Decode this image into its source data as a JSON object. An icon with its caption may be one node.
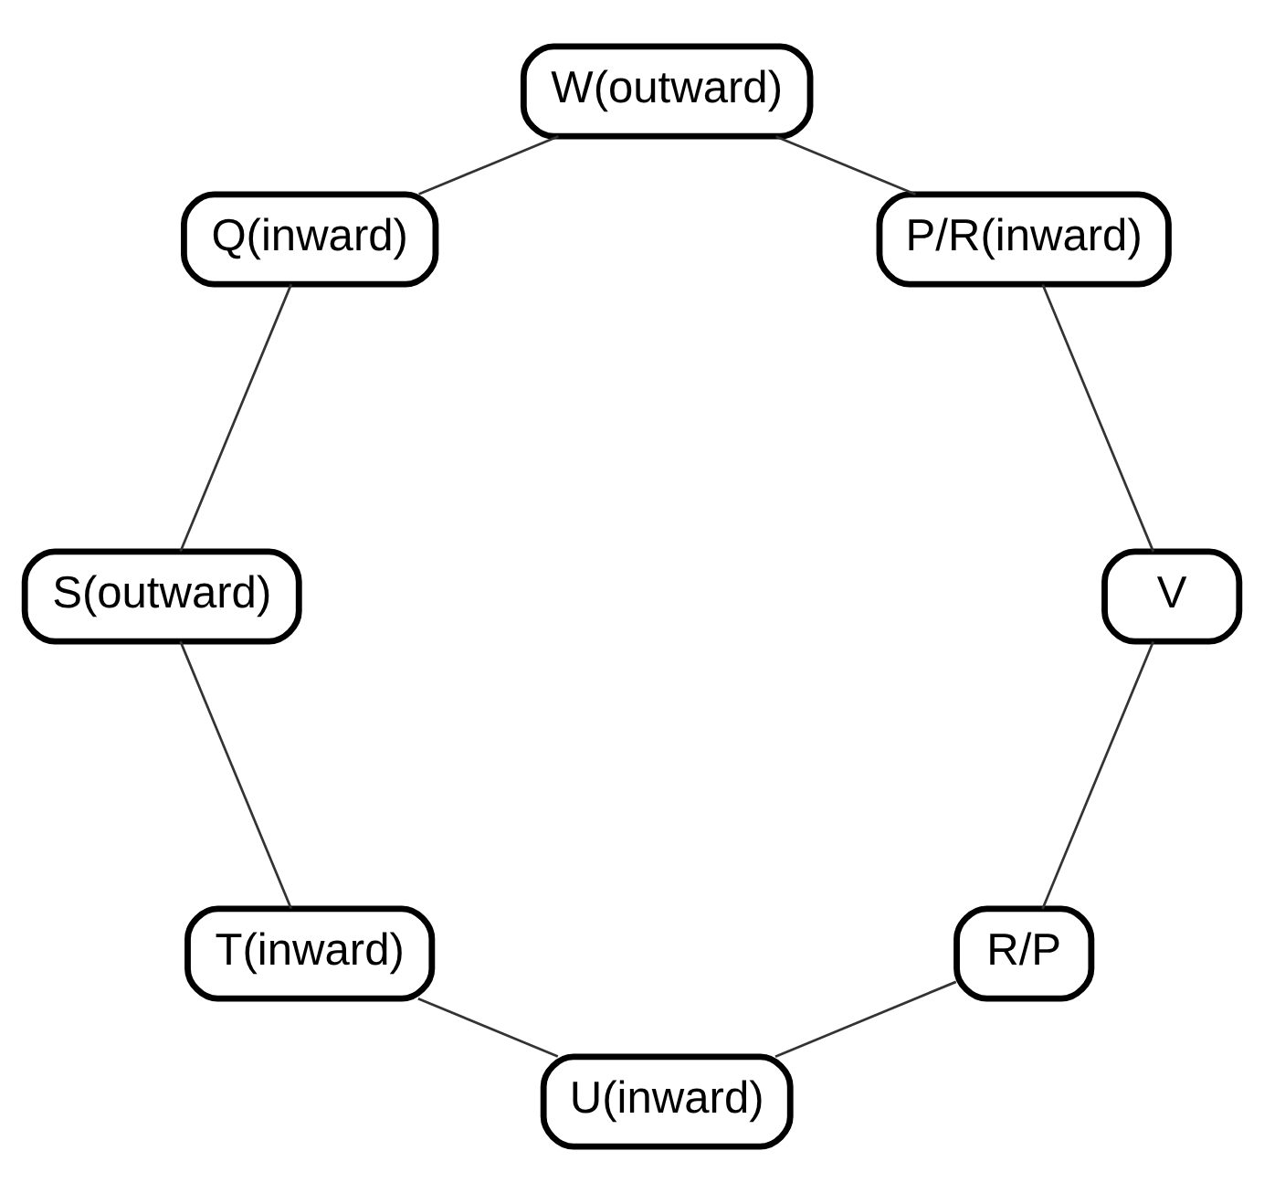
{
  "diagram": {
    "nodes": [
      {
        "text": [
          "R/P"
        ]
      },
      {
        "text": [
          "U(inward)"
        ]
      },
      {
        "text": [
          "T(inward)"
        ]
      },
      {
        "text": [
          "S(outward)"
        ]
      },
      {
        "text": [
          "Q(inward)"
        ]
      },
      {
        "text": [
          "W(outward)"
        ]
      },
      {
        "text": [
          "P/R(inward)"
        ]
      },
      {
        "text": [
          "V"
        ]
      }
    ],
    "edges": [
      {
        "from": 0,
        "to": 1,
        "arrow": "none"
      },
      {
        "from": 1,
        "to": 2,
        "arrow": "none"
      },
      {
        "from": 2,
        "to": 3,
        "arrow": "none"
      },
      {
        "from": 3,
        "to": 4,
        "arrow": "none"
      },
      {
        "from": 4,
        "to": 5,
        "arrow": "none"
      },
      {
        "from": 5,
        "to": 6,
        "arrow": "none"
      },
      {
        "from": 6,
        "to": 7,
        "arrow": "none"
      },
      {
        "from": 7,
        "to": 0,
        "arrow": "none"
      }
    ]
  }
}
